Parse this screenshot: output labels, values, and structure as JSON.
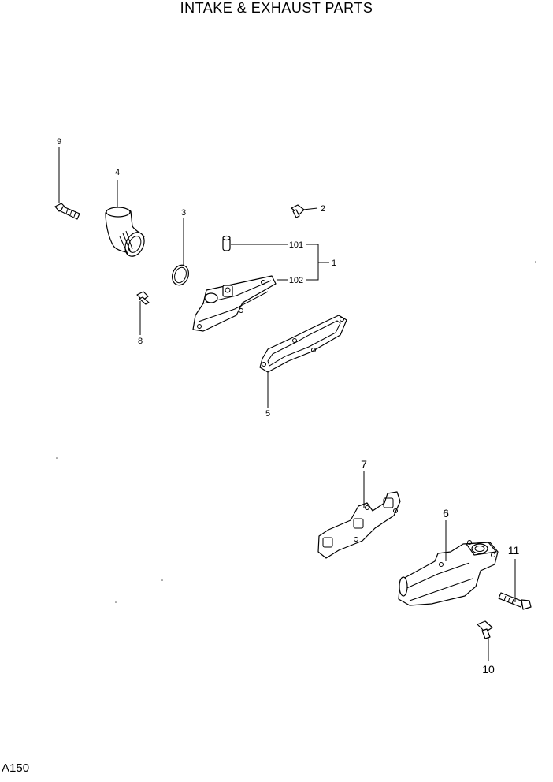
{
  "title": "INTAKE & EXHAUST PARTS",
  "page_id": "A150",
  "callouts": {
    "c1": "1",
    "c2": "2",
    "c3": "3",
    "c4": "4",
    "c5": "5",
    "c6": "6",
    "c7": "7",
    "c8": "8",
    "c9": "9",
    "c10": "10",
    "c11": "11",
    "c101": "101",
    "c102": "102"
  }
}
